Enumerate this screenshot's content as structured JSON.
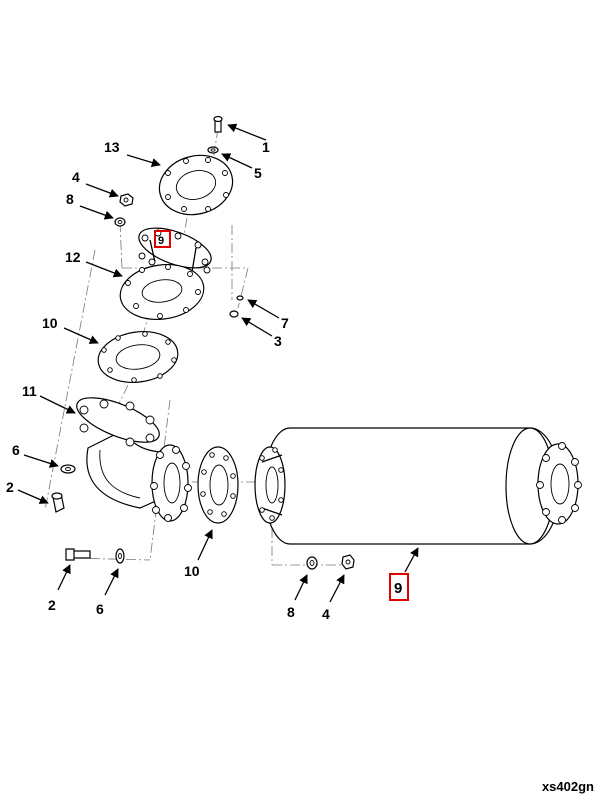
{
  "callouts": {
    "c1": "1",
    "c5": "5",
    "c13": "13",
    "c4_top": "4",
    "c8_top": "8",
    "c9_small": "9",
    "c12": "12",
    "c7": "7",
    "c3": "3",
    "c10_top": "10",
    "c11": "11",
    "c6_left": "6",
    "c2_left": "2",
    "c10_bottom": "10",
    "c2_bottom": "2",
    "c6_bottom": "6",
    "c8_bottom": "8",
    "c4_bottom": "4",
    "c9_main": "9"
  },
  "catalog_id": "xs402gn",
  "highlight_color": "#e00000"
}
